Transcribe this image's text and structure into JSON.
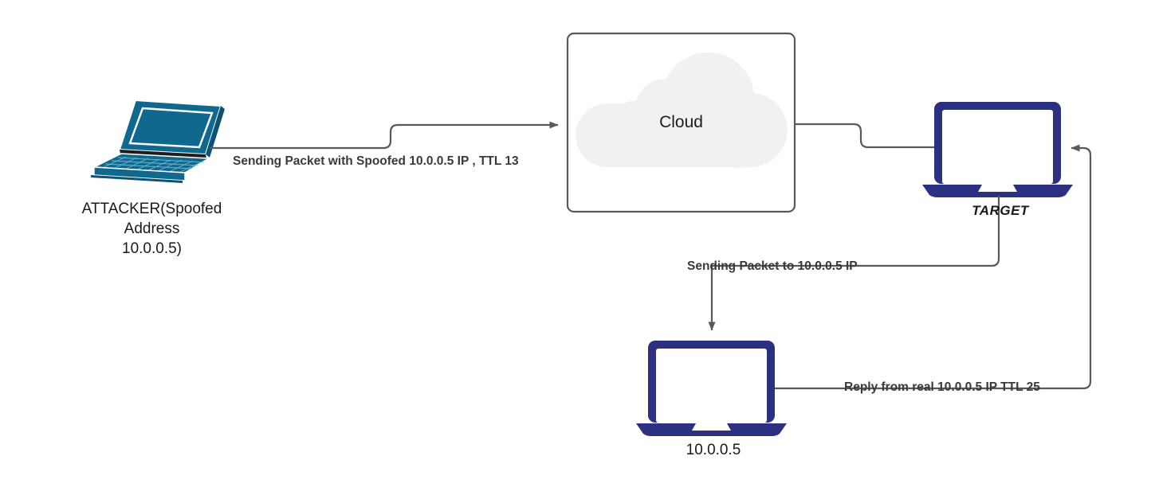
{
  "diagram": {
    "title": "IP Spoofing / TTL Reflection Network Diagram",
    "background": "#ffffff",
    "colors": {
      "attacker_device": "#10688f",
      "attacker_device_dark": "#0c5275",
      "target_device": "#2b3180",
      "victim_device": "#2b3180",
      "connector": "#595959",
      "cloud_fill": "#f1f1f1",
      "box_border": "#595959",
      "label_text": "#3a3a3a",
      "node_text": "#1a1a1a"
    },
    "nodes": [
      {
        "id": "attacker",
        "icon": "laptop-3d-icon",
        "label": "ATTACKER(Spoofed\nAddress\n10.0.0.5)"
      },
      {
        "id": "cloud",
        "icon": "cloud-icon",
        "label": "Cloud"
      },
      {
        "id": "target",
        "icon": "laptop-flat-icon",
        "label": "TARGET"
      },
      {
        "id": "victim",
        "icon": "laptop-flat-icon",
        "label": "10.0.0.5"
      }
    ],
    "edges": [
      {
        "id": "spoofed-packet",
        "from": "attacker",
        "to": "cloud",
        "label": "Sending Packet with Spoofed 10.0.0.5 IP , TTL 13",
        "arrow": "end"
      },
      {
        "id": "cloud-to-target",
        "from": "cloud",
        "to": "target",
        "label": "",
        "arrow": "none"
      },
      {
        "id": "forward-packet",
        "from": "target",
        "to": "victim",
        "label": "Sending Packet to 10.0.0.5 IP",
        "arrow": "end"
      },
      {
        "id": "reply-packet",
        "from": "victim",
        "to": "target",
        "label": "Reply from real 10.0.0.5 IP TTL 25",
        "arrow": "end"
      }
    ]
  }
}
